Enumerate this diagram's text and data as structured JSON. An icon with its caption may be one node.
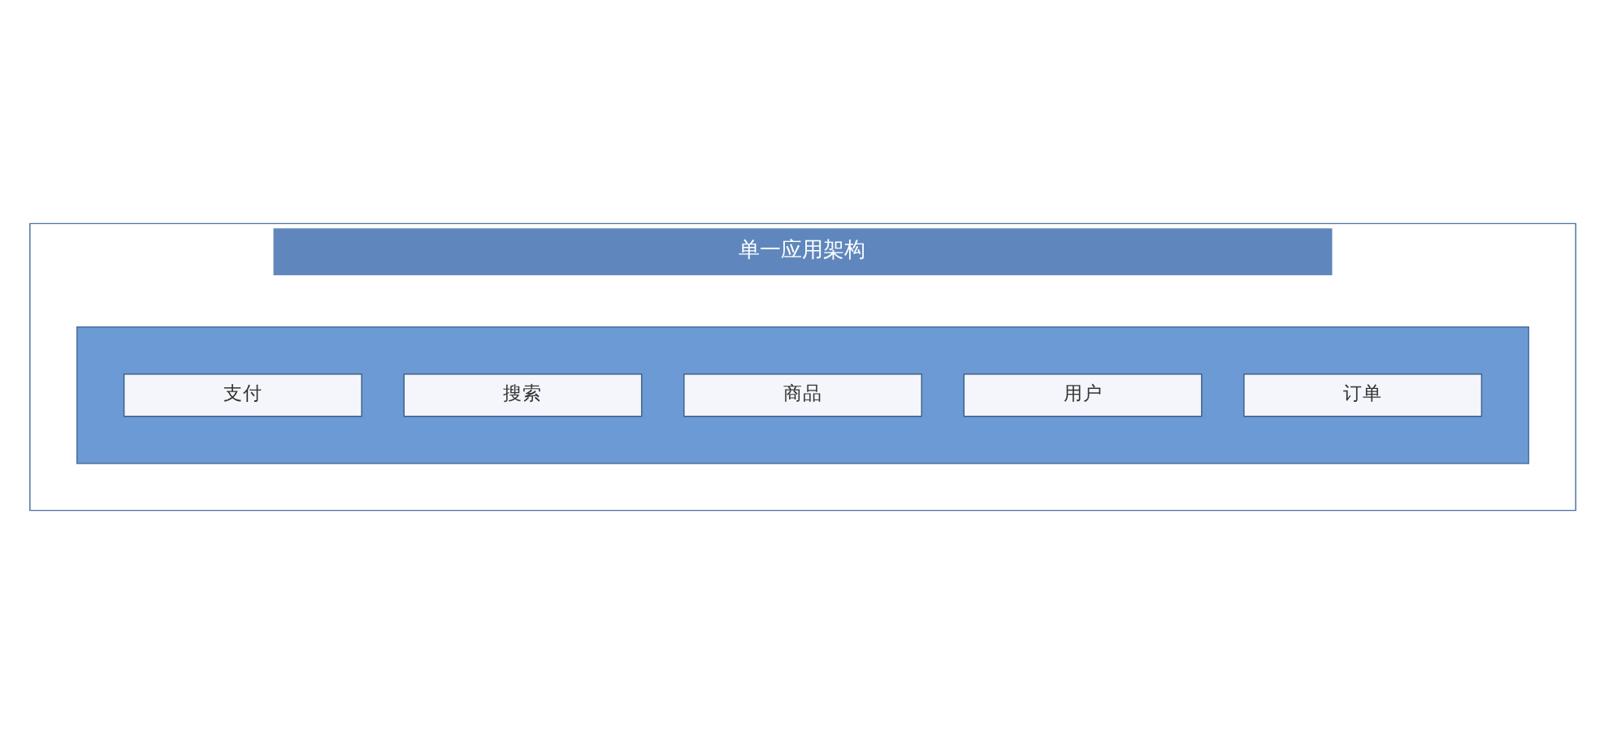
{
  "diagram": {
    "nodes": [
      {
        "text": [
          "单一应用架构"
        ]
      },
      {
        "text": [],
        "shape": "box",
        "in": 0
      },
      {
        "text": [
          "订单"
        ],
        "in": 1
      },
      {
        "text": [
          "用户"
        ],
        "in": 1
      },
      {
        "text": [
          "商品"
        ],
        "in": 1
      },
      {
        "text": [
          "搜索"
        ],
        "in": 1
      },
      {
        "text": [
          "支付"
        ],
        "in": 1
      }
    ],
    "edges": []
  }
}
